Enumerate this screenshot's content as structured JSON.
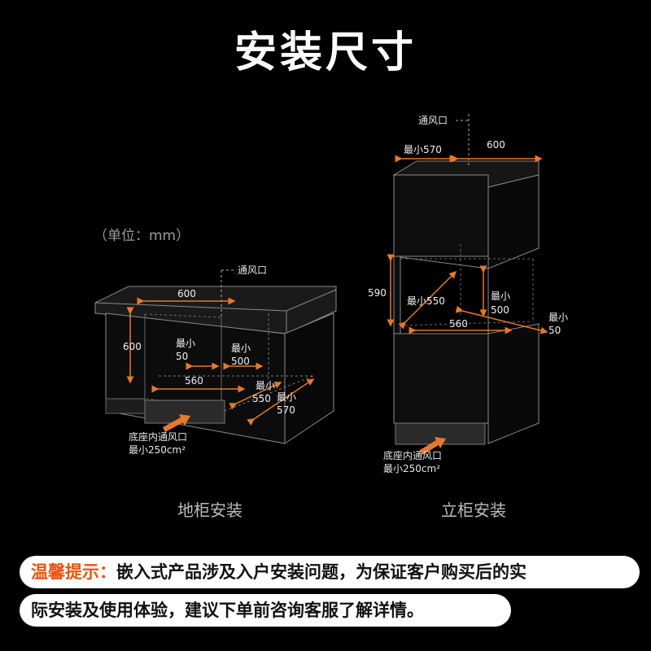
{
  "title": "安装尺寸",
  "unit_label": "（单位：mm）",
  "cabinet": {
    "caption": "地柜安装",
    "vent_label": "通风口",
    "dim_width": "600",
    "dim_height": "600",
    "min_50_a": "最小",
    "min_50_b": "50",
    "min_500_a": "最小",
    "min_500_b": "500",
    "dim_560": "560",
    "min_550_a": "最小",
    "min_550_b": "550",
    "min_570_a": "最小",
    "min_570_b": "570",
    "base_vent_a": "底座内通风口",
    "base_vent_b": "最小250cm²"
  },
  "tall": {
    "caption": "立柜安装",
    "vent_label": "通风口",
    "min_570": "最小570",
    "dim_600": "600",
    "dim_590": "590",
    "min_550": "最小550",
    "min_500_a": "最小",
    "min_500_b": "500",
    "dim_560": "560",
    "min_50_a": "最小",
    "min_50_b": "50",
    "base_vent_a": "底座内通风口",
    "base_vent_b": "最小250cm²"
  },
  "tips": {
    "head": "温馨提示：",
    "line1": "嵌入式产品涉及入户安装问题，为保证客户购买后的实",
    "line2": "际安装及使用体验，建议下单前咨询客服了解详情。"
  },
  "colors": {
    "dimension_line": "#e8782a",
    "arrow": "#e8782a",
    "tip_head": "#e8540f"
  }
}
